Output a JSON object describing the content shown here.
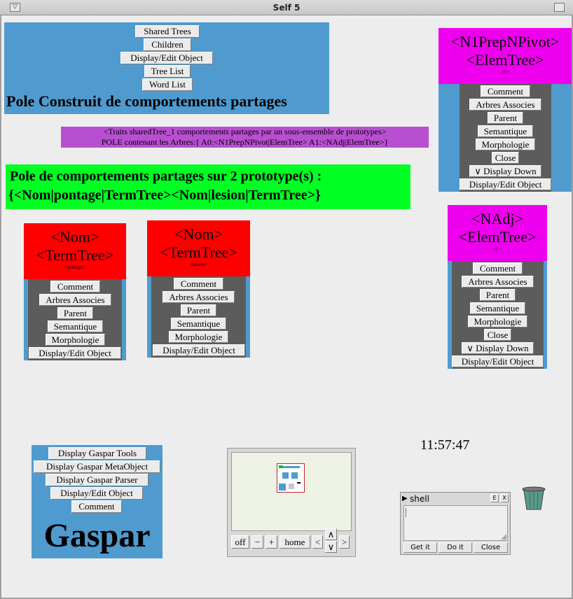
{
  "window": {
    "title": "Self 5"
  },
  "pole": {
    "buttons": [
      "Shared Trees",
      "Children",
      "Display/Edit Object",
      "Tree List",
      "Word List"
    ],
    "caption": "Pole Construit de comportements partages"
  },
  "traits": {
    "line1": "<Traits sharedTree_1 comportements partages par un sous-ensemble de prototypes>",
    "line2": "POLE contenant les Arbres:{ A0:<N1PrepNPivot|ElemTree> A1:<NAdj|ElemTree>}"
  },
  "shared_pole": {
    "line1": "Pole de comportements partages sur 2 prototype(s) :",
    "line2": "{<Nom|pontage|TermTree><Nom|lesion|TermTree>}"
  },
  "elem_tree_1": {
    "title1": "<N1PrepNPivot>",
    "title2": "<ElemTree>",
    "small": "<?>",
    "buttons": [
      "Comment",
      "Arbres Associes",
      "Parent",
      "Semantique",
      "Morphologie",
      "Close",
      "∨ Display Down",
      "Display/Edit Object"
    ]
  },
  "elem_tree_2": {
    "title1": "<NAdj>",
    "title2": "<ElemTree>",
    "small": "<?>",
    "buttons": [
      "Comment",
      "Arbres Associes",
      "Parent",
      "Semantique",
      "Morphologie",
      "Close",
      "∨ Display Down",
      "Display/Edit Object"
    ]
  },
  "term_tree_1": {
    "title1": "<Nom>",
    "title2": "<TermTree>",
    "small": "<pontage>",
    "buttons": [
      "Comment",
      "Arbres Associes",
      "Parent",
      "Semantique",
      "Morphologie",
      "Display/Edit Object"
    ]
  },
  "term_tree_2": {
    "title1": "<Nom>",
    "title2": "<TermTree>",
    "small": "<lesion>",
    "buttons": [
      "Comment",
      "Arbres Associes",
      "Parent",
      "Semantique",
      "Morphologie",
      "Display/Edit Object"
    ]
  },
  "gaspar": {
    "buttons": [
      "Display Gaspar Tools",
      "Display Gaspar MetaObject",
      "Display Gaspar Parser",
      "Display/Edit Object",
      "Comment"
    ],
    "caption": "Gaspar"
  },
  "clock": "11:57:47",
  "radar": {
    "buttons": [
      "off",
      "−",
      "+",
      "home",
      "<",
      "∧",
      "∨",
      ">"
    ]
  },
  "shell": {
    "title": "shell",
    "e_label": "E",
    "x_label": "X",
    "buttons": [
      "Get it",
      "Do it",
      "Close"
    ]
  },
  "colors": {
    "blue": "#4f9bcf",
    "dark": "#5c5c5c",
    "magenta": "#ee00ee",
    "red": "#ff0000",
    "green": "#00ff22",
    "purple": "#b84fd0"
  },
  "icons": {
    "trash": "trash-can-icon",
    "menu": "window-menu-icon"
  }
}
